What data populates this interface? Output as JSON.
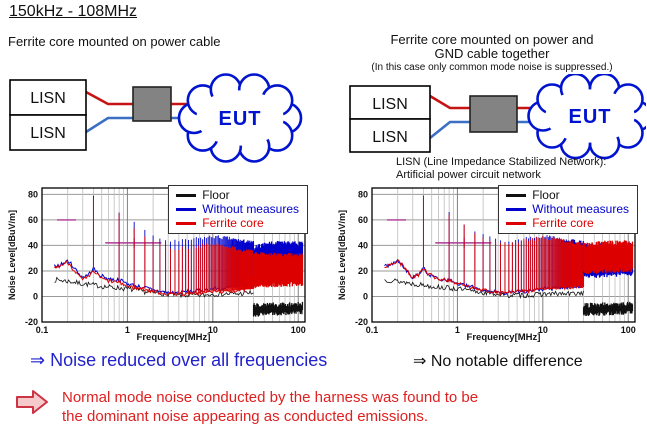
{
  "title": "150kHz - 108MHz",
  "headings": {
    "left": "Ferrite core mounted on power cable",
    "right_line1": "Ferrite core mounted on power and",
    "right_line2": "GND cable together",
    "right_note": "(In this case only common mode noise is suppressed.)"
  },
  "lisn_note": {
    "line1": "LISN (Line Impedance Stabilized Network):",
    "line2": "Artificial power circuit network"
  },
  "diagram": {
    "lisn_label": "LISN",
    "eut_label": "EUT",
    "wire_red_color": "#c41414",
    "wire_blue_color": "#3a6fc4",
    "ferrite_color": "#838383",
    "cloud_color": "#0013cf"
  },
  "conclusion": {
    "line1": "Normal mode noise conducted by the harness was found to be",
    "line2": "the dominant noise appearing as conducted emissions.",
    "color": "#e02020"
  },
  "chart_data": [
    {
      "type": "line",
      "title": "Ferrite core mounted on power cable",
      "xlabel": "Frequency[MHz]",
      "ylabel": "Noise Level[dBuV/m]",
      "xscale": "log",
      "xlim": [
        0.1,
        120
      ],
      "ylim": [
        -20,
        85
      ],
      "xticks": [
        0.1,
        1,
        10,
        100
      ],
      "yticks": [
        -20,
        0,
        20,
        40,
        60,
        80
      ],
      "grid": true,
      "legend_position": "top-right",
      "legend": [
        {
          "label": "Floor",
          "color": "#111111"
        },
        {
          "label": "Without measures",
          "color": "#0000cc"
        },
        {
          "label": "Ferrite core",
          "color": "#dd0000"
        }
      ],
      "seed": 7,
      "series": {
        "floor": {
          "baseline": [
            [
              0.15,
              13
            ],
            [
              0.2,
              12
            ],
            [
              0.3,
              10
            ],
            [
              0.4,
              9
            ],
            [
              0.5,
              8
            ],
            [
              0.7,
              7
            ],
            [
              1,
              6
            ],
            [
              1.5,
              4
            ],
            [
              2,
              3
            ],
            [
              3,
              2
            ],
            [
              4,
              1
            ],
            [
              6,
              1
            ],
            [
              8,
              1
            ],
            [
              10,
              2
            ],
            [
              15,
              2
            ],
            [
              20,
              2
            ],
            [
              30,
              3
            ]
          ],
          "band_above_30mhz": {
            "top": [
              [
                30,
                -7
              ],
              [
                110,
                -6
              ]
            ],
            "bottom": [
              [
                30,
                -14
              ],
              [
                110,
                -12
              ]
            ]
          }
        },
        "without_measures": {
          "baseline": [
            [
              0.15,
              24
            ],
            [
              0.18,
              26
            ],
            [
              0.2,
              28
            ],
            [
              0.23,
              24
            ],
            [
              0.27,
              18
            ],
            [
              0.3,
              15
            ],
            [
              0.35,
              17
            ],
            [
              0.4,
              22
            ],
            [
              0.45,
              18
            ],
            [
              0.5,
              16
            ],
            [
              0.6,
              14
            ],
            [
              0.7,
              13
            ],
            [
              0.8,
              13
            ],
            [
              1,
              10
            ],
            [
              1.3,
              8
            ],
            [
              1.6,
              7
            ],
            [
              2,
              5
            ],
            [
              2.5,
              4
            ],
            [
              3,
              3
            ],
            [
              4,
              3
            ],
            [
              5,
              4
            ],
            [
              6,
              4
            ],
            [
              8,
              5
            ],
            [
              10,
              6
            ],
            [
              13,
              6
            ],
            [
              16,
              7
            ],
            [
              20,
              7
            ],
            [
              25,
              8
            ],
            [
              30,
              8
            ]
          ],
          "spike_fundamental_mhz": 0.4,
          "spike_envelope": [
            [
              0.4,
              78
            ],
            [
              0.8,
              66
            ],
            [
              1.2,
              57
            ],
            [
              1.6,
              52
            ],
            [
              2,
              48
            ],
            [
              2.8,
              44
            ],
            [
              4,
              43
            ],
            [
              6,
              45
            ],
            [
              8,
              46
            ],
            [
              10,
              47
            ],
            [
              14,
              46
            ],
            [
              20,
              44
            ],
            [
              30,
              42
            ]
          ],
          "band_above_30mhz": {
            "top": [
              [
                30,
                38
              ],
              [
                50,
                42
              ],
              [
                110,
                41
              ]
            ],
            "bottom": [
              [
                30,
                18
              ],
              [
                110,
                20
              ]
            ]
          }
        },
        "ferrite_core": {
          "baseline": [
            [
              0.15,
              23
            ],
            [
              0.2,
              27
            ],
            [
              0.27,
              16
            ],
            [
              0.3,
              13
            ],
            [
              0.35,
              15
            ],
            [
              0.4,
              20
            ],
            [
              0.5,
              14
            ],
            [
              0.6,
              12
            ],
            [
              0.8,
              11
            ],
            [
              1,
              8
            ],
            [
              1.5,
              6
            ],
            [
              2,
              4
            ],
            [
              3,
              2
            ],
            [
              4,
              2
            ],
            [
              5,
              2
            ],
            [
              8,
              3
            ],
            [
              10,
              4
            ],
            [
              15,
              4
            ],
            [
              20,
              5
            ],
            [
              30,
              6
            ]
          ],
          "spike_fundamental_mhz": 0.4,
          "spike_envelope": [
            [
              0.4,
              77
            ],
            [
              0.8,
              64
            ],
            [
              1.2,
              54
            ],
            [
              1.6,
              48
            ],
            [
              2,
              44
            ],
            [
              2.8,
              39
            ],
            [
              4,
              37
            ],
            [
              6,
              39
            ],
            [
              8,
              40
            ],
            [
              10,
              41
            ],
            [
              14,
              40
            ],
            [
              20,
              37
            ],
            [
              30,
              35
            ]
          ],
          "band_above_30mhz": {
            "top": [
              [
                30,
                33
              ],
              [
                110,
                32
              ]
            ],
            "bottom": [
              [
                30,
                8
              ],
              [
                110,
                10
              ]
            ]
          }
        }
      },
      "limit_marks": [
        {
          "y": 60,
          "f1": 0.15,
          "f2": 0.25
        },
        {
          "y": 42,
          "f1": 0.55,
          "f2": 2.5,
          "tick_f": 1.2
        }
      ],
      "limit_color": "#b03896",
      "caption": "⇒ Noise reduced over all frequencies"
    },
    {
      "type": "line",
      "title": "Ferrite core mounted on power and GND cable together",
      "xlabel": "Frequency[MHz]",
      "ylabel": "Noise Level[dBuV/m]",
      "xscale": "log",
      "xlim": [
        0.1,
        120
      ],
      "ylim": [
        -20,
        85
      ],
      "xticks": [
        0.1,
        1,
        10,
        100
      ],
      "yticks": [
        -20,
        0,
        20,
        40,
        60,
        80
      ],
      "grid": true,
      "legend_position": "top-right",
      "legend": [
        {
          "label": "Floor",
          "color": "#111111"
        },
        {
          "label": "Without measures",
          "color": "#0000cc"
        },
        {
          "label": "Ferrite core",
          "color": "#dd0000"
        }
      ],
      "seed": 13,
      "series": {
        "floor": {
          "baseline": [
            [
              0.15,
              13
            ],
            [
              0.2,
              12
            ],
            [
              0.3,
              10
            ],
            [
              0.4,
              9
            ],
            [
              0.5,
              8
            ],
            [
              0.7,
              7
            ],
            [
              1,
              6
            ],
            [
              1.5,
              4
            ],
            [
              2,
              3
            ],
            [
              3,
              2
            ],
            [
              4,
              1
            ],
            [
              6,
              1
            ],
            [
              8,
              1
            ],
            [
              10,
              2
            ],
            [
              15,
              2
            ],
            [
              20,
              2
            ],
            [
              30,
              3
            ]
          ],
          "band_above_30mhz": {
            "top": [
              [
                30,
                -7
              ],
              [
                110,
                -6
              ]
            ],
            "bottom": [
              [
                30,
                -14
              ],
              [
                110,
                -12
              ]
            ]
          }
        },
        "without_measures": {
          "baseline": [
            [
              0.15,
              24
            ],
            [
              0.18,
              26
            ],
            [
              0.2,
              28
            ],
            [
              0.23,
              24
            ],
            [
              0.27,
              18
            ],
            [
              0.3,
              15
            ],
            [
              0.35,
              17
            ],
            [
              0.4,
              22
            ],
            [
              0.45,
              18
            ],
            [
              0.5,
              16
            ],
            [
              0.6,
              14
            ],
            [
              0.7,
              13
            ],
            [
              0.8,
              13
            ],
            [
              1,
              10
            ],
            [
              1.3,
              8
            ],
            [
              1.6,
              7
            ],
            [
              2,
              5
            ],
            [
              2.5,
              4
            ],
            [
              3,
              3
            ],
            [
              4,
              3
            ],
            [
              5,
              4
            ],
            [
              6,
              4
            ],
            [
              8,
              5
            ],
            [
              10,
              6
            ],
            [
              13,
              6
            ],
            [
              16,
              7
            ],
            [
              20,
              7
            ],
            [
              25,
              8
            ],
            [
              30,
              8
            ]
          ],
          "spike_fundamental_mhz": 0.4,
          "spike_envelope": [
            [
              0.4,
              78
            ],
            [
              0.8,
              66
            ],
            [
              1.2,
              57
            ],
            [
              1.6,
              52
            ],
            [
              2,
              48
            ],
            [
              2.8,
              44
            ],
            [
              4,
              43
            ],
            [
              6,
              45
            ],
            [
              8,
              46
            ],
            [
              10,
              47
            ],
            [
              14,
              46
            ],
            [
              20,
              44
            ],
            [
              30,
              42
            ]
          ],
          "band_above_30mhz": {
            "top": [
              [
                30,
                40
              ],
              [
                110,
                40
              ]
            ],
            "bottom": [
              [
                30,
                16
              ],
              [
                110,
                18
              ]
            ]
          }
        },
        "ferrite_core": {
          "baseline": [
            [
              0.15,
              24
            ],
            [
              0.18,
              26
            ],
            [
              0.2,
              28
            ],
            [
              0.23,
              24
            ],
            [
              0.27,
              18
            ],
            [
              0.3,
              15
            ],
            [
              0.35,
              17
            ],
            [
              0.4,
              22
            ],
            [
              0.45,
              18
            ],
            [
              0.5,
              16
            ],
            [
              0.6,
              14
            ],
            [
              0.7,
              13
            ],
            [
              0.8,
              13
            ],
            [
              1,
              10
            ],
            [
              1.3,
              8
            ],
            [
              1.6,
              7
            ],
            [
              2,
              5
            ],
            [
              2.5,
              4
            ],
            [
              3,
              3
            ],
            [
              4,
              3
            ],
            [
              5,
              4
            ],
            [
              6,
              4
            ],
            [
              8,
              5
            ],
            [
              10,
              6
            ],
            [
              13,
              6
            ],
            [
              16,
              7
            ],
            [
              20,
              7
            ],
            [
              25,
              8
            ],
            [
              30,
              8
            ]
          ],
          "spike_fundamental_mhz": 0.4,
          "spike_envelope": [
            [
              0.4,
              78
            ],
            [
              0.8,
              65
            ],
            [
              1.2,
              56
            ],
            [
              1.6,
              51
            ],
            [
              2,
              47
            ],
            [
              2.8,
              43
            ],
            [
              4,
              42
            ],
            [
              6,
              44
            ],
            [
              8,
              45
            ],
            [
              10,
              46
            ],
            [
              14,
              45
            ],
            [
              20,
              43
            ],
            [
              30,
              41
            ]
          ],
          "band_above_30mhz": {
            "top": [
              [
                30,
                40
              ],
              [
                55,
                42
              ],
              [
                110,
                42
              ]
            ],
            "bottom": [
              [
                30,
                19
              ],
              [
                110,
                21
              ]
            ]
          }
        }
      },
      "limit_marks": [
        {
          "y": 60,
          "f1": 0.15,
          "f2": 0.25
        },
        {
          "y": 42,
          "f1": 0.55,
          "f2": 2.5,
          "tick_f": 1.2
        }
      ],
      "limit_color": "#b03896",
      "caption": "⇒ No notable difference"
    }
  ]
}
